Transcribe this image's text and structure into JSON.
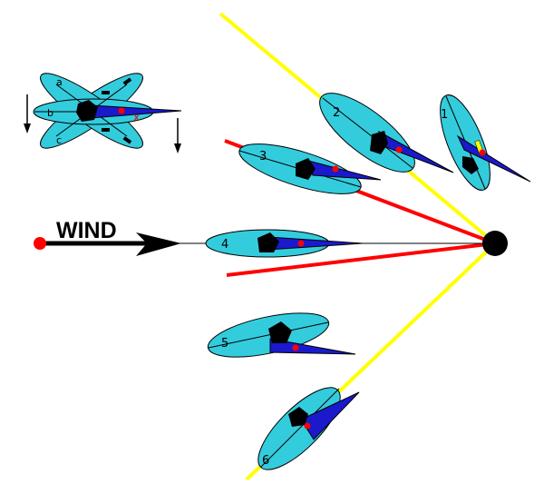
{
  "wind": {
    "label": "WIND"
  },
  "inset": {
    "sail_labels": [
      "a",
      "b",
      "c"
    ],
    "center_mark": "x"
  },
  "positions": [
    "1",
    "2",
    "3",
    "4",
    "5",
    "6"
  ],
  "colors": {
    "sail_fill": "#33ccdd",
    "board_fill": "#1a1acc",
    "layline": "#ffff00",
    "no_go_line": "#ff0000",
    "wind_dot": "#ff0000",
    "center_dot": "#ff0000",
    "mark": "#000000"
  }
}
